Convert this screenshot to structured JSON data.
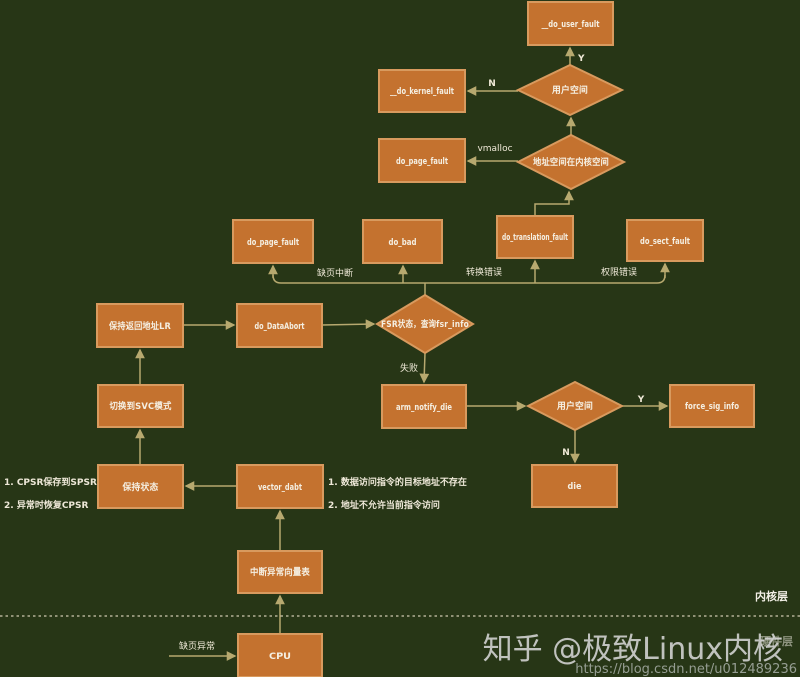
{
  "nodes": {
    "user_fault": "__do_user_fault",
    "kernel_fault": "__do_kernel_fault",
    "page_fault_vmalloc": "do_page_fault",
    "page_fault": "do_page_fault",
    "do_bad": "do_bad",
    "translation_fault": "do_translation_fault",
    "sect_fault": "do_sect_fault",
    "keep_lr": "保持返回地址LR",
    "dataabort": "do_DataAbort",
    "svc_mode": "切换到SVC模式",
    "keep_state": "保持状态",
    "vector_dabt": "vector_dabt",
    "arm_notify_die": "arm_notify_die",
    "force_sig_info": "force_sig_info",
    "die": "die",
    "vector_table": "中断异常向量表",
    "cpu": "CPU"
  },
  "decisions": {
    "user_space_top": "用户空间",
    "kernel_addr_space": "地址空间在内核空间",
    "fsr_status": "FSR状态，查询fsr_info",
    "user_space_bottom": "用户空间"
  },
  "edge_labels": {
    "y_top": "Y",
    "n_top": "N",
    "vmalloc": "vmalloc",
    "page_fault_interrupt": "缺页中断",
    "translation_error": "转换错误",
    "permission_error": "权限错误",
    "fail": "失败",
    "y_bottom": "Y",
    "n_bottom": "N",
    "page_fault_exception": "缺页异常"
  },
  "notes": {
    "cpsr_1": "1. CPSR保存到SPSR",
    "cpsr_2": "2. 异常时恢复CPSR",
    "dabt_1": "1. 数据访问指令的目标地址不存在",
    "dabt_2": "2. 地址不允许当前指令访问"
  },
  "layers": {
    "kernel": "内核层",
    "hardware": "硬件层"
  },
  "watermark": {
    "zhihu": "知乎 @极致Linux内核",
    "url": "https://blog.csdn.net/u012489236"
  },
  "colors": {
    "background": "#273616",
    "node_fill": "#c4722f",
    "node_border": "#d89a5e",
    "connector": "#b7a96f",
    "node_text": "#f5efe2",
    "watermark": "#d6d6d6"
  }
}
